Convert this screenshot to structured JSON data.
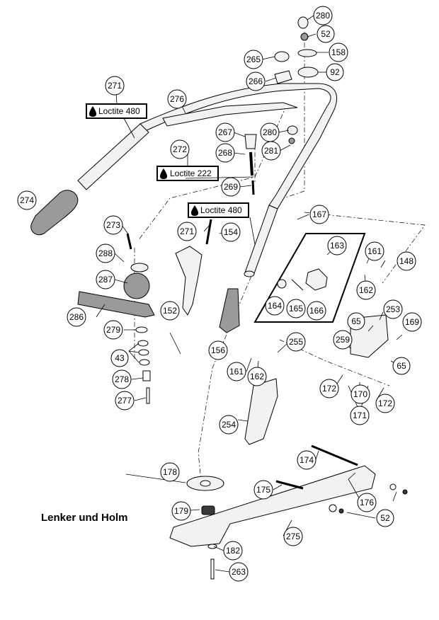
{
  "title": "Lenker und Holm",
  "loctite_labels": [
    "Loctite 480",
    "Loctite 222",
    "Loctite 480"
  ],
  "callouts": [
    "280",
    "52",
    "265",
    "158",
    "266",
    "92",
    "271",
    "276",
    "267",
    "280",
    "268",
    "281",
    "272",
    "269",
    "274",
    "167",
    "273",
    "271",
    "154",
    "163",
    "161",
    "148",
    "288",
    "287",
    "162",
    "286",
    "164",
    "165",
    "166",
    "152",
    "253",
    "279",
    "65",
    "169",
    "156",
    "255",
    "259",
    "43",
    "161",
    "162",
    "65",
    "278",
    "172",
    "170",
    "172",
    "171",
    "277",
    "254",
    "174",
    "178",
    "175",
    "176",
    "52",
    "179",
    "275",
    "182",
    "263"
  ],
  "colors": {
    "line": "#000000",
    "part_fill": "#f2f2f2",
    "shade": "#9a9a9a"
  }
}
